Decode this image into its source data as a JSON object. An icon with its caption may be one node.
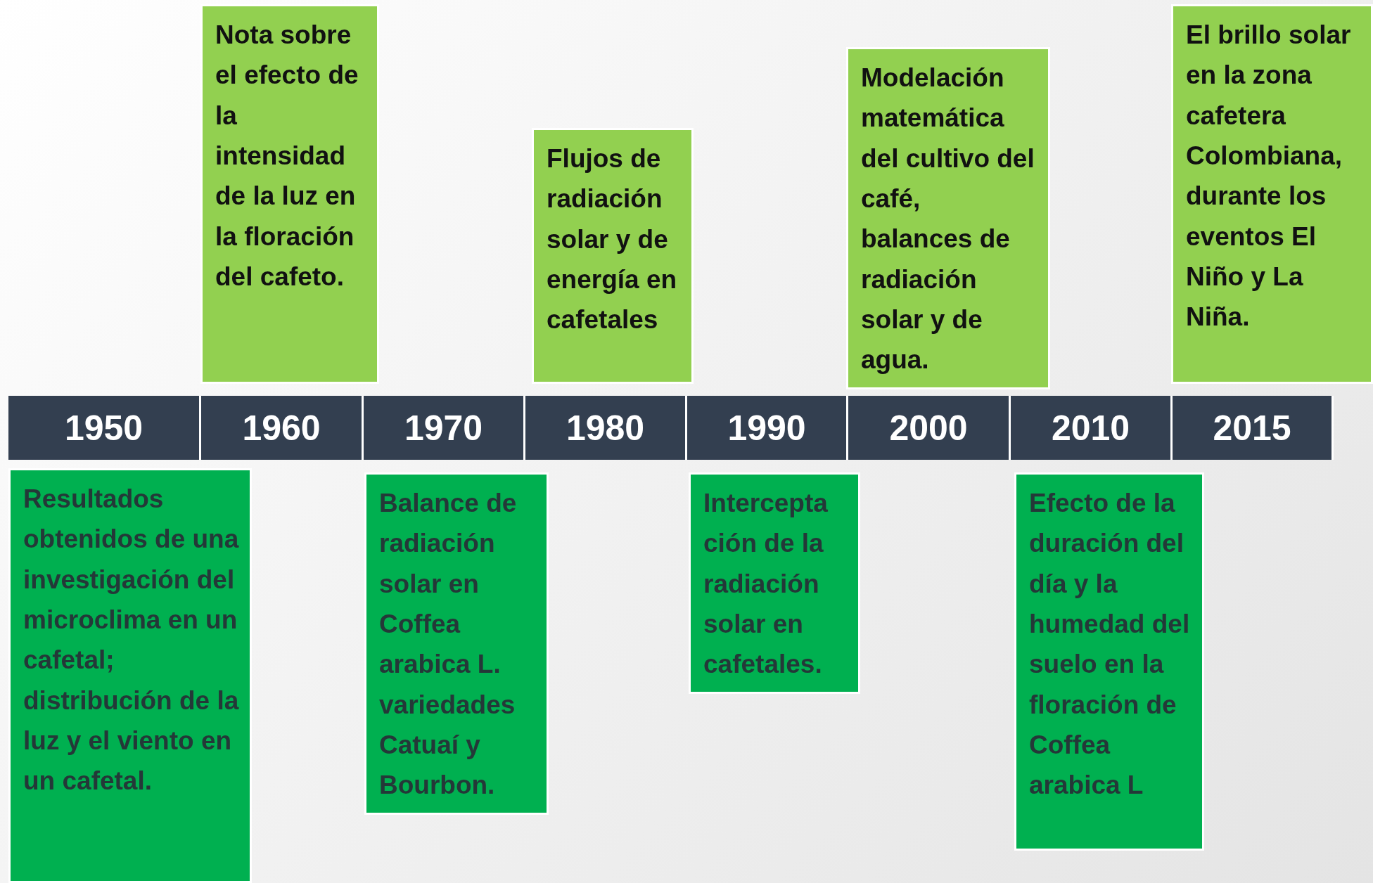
{
  "diagram": {
    "nodes": [
      {
        "text": [
          "1950"
        ]
      },
      {
        "text": [
          "1960"
        ]
      },
      {
        "text": [
          "1970"
        ]
      },
      {
        "text": [
          "1980"
        ]
      },
      {
        "text": [
          "1990"
        ]
      },
      {
        "text": [
          "2000"
        ]
      },
      {
        "text": [
          "2010"
        ]
      },
      {
        "text": [
          "2015"
        ]
      },
      {
        "text": [
          "Nota sobre el efecto de la intensidad de la luz en la floración del cafeto."
        ]
      },
      {
        "text": [
          "Flujos de radiación solar y de energía en cafetales"
        ]
      },
      {
        "text": [
          "Modelación matemática del cultivo del café, balances de radiación solar y de agua."
        ]
      },
      {
        "text": [
          "El brillo solar en la zona cafetera Colombiana, durante los eventos El Niño y La Niña."
        ]
      },
      {
        "text": [
          "Resultados obtenidos de una investigación del microclima en un cafetal; distribución de la luz y el viento en un cafetal."
        ]
      },
      {
        "text": [
          "Balance de radiación solar en Coffea arabica L. variedades Catuaí y Bourbon."
        ]
      },
      {
        "text": [
          "Intercepta ción de la radiación solar en cafetales."
        ]
      },
      {
        "text": [
          "Efecto de la duración del día y la humedad del suelo en la floración de Coffea arabica L"
        ]
      }
    ],
    "edges": []
  }
}
